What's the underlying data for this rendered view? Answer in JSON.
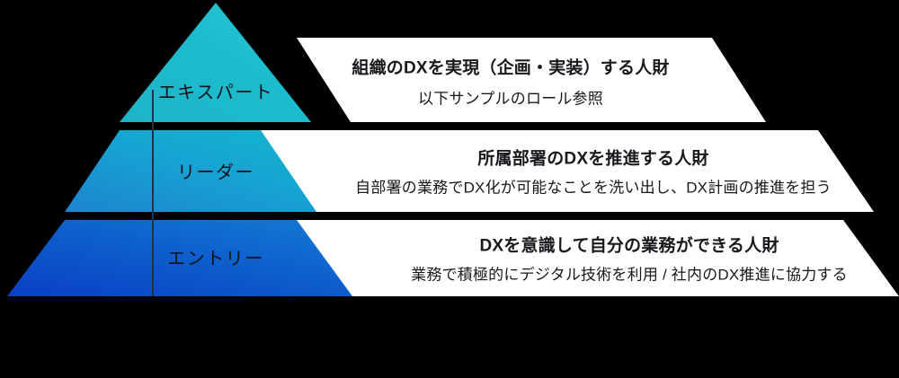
{
  "diagram": {
    "type": "pyramid",
    "title_visible": false,
    "background_color": "#000000",
    "panel_color": "#FFFFFF",
    "divider_color": "#000000",
    "center_line_color": "#1F3448",
    "tiers": [
      {
        "id": "expert",
        "label": "エキスパート",
        "label_color": "#111318",
        "gradient_from": "#25C6D4",
        "gradient_to": "#12AFC6",
        "heading": "組織のDXを実現（企画・実装）する人財",
        "subtext": "以下サンプルのロール参照"
      },
      {
        "id": "leader",
        "label": "リーダー",
        "label_color": "#111318",
        "gradient_from": "#1FA8D8",
        "gradient_to": "#11B4CE",
        "heading": "所属部署のDXを推進する人財",
        "subtext": "自部署の業務でDX化が可能なことを洗い出し、DX計画の推進を担う"
      },
      {
        "id": "entry",
        "label": "エントリー",
        "label_color": "#111318",
        "gradient_from": "#0A47C4",
        "gradient_to": "#1277D2",
        "heading": "DXを意識して自分の業務ができる人財",
        "subtext": "業務で積極的にデジタル技術を利用 / 社内のDX推進に協力する"
      }
    ]
  }
}
